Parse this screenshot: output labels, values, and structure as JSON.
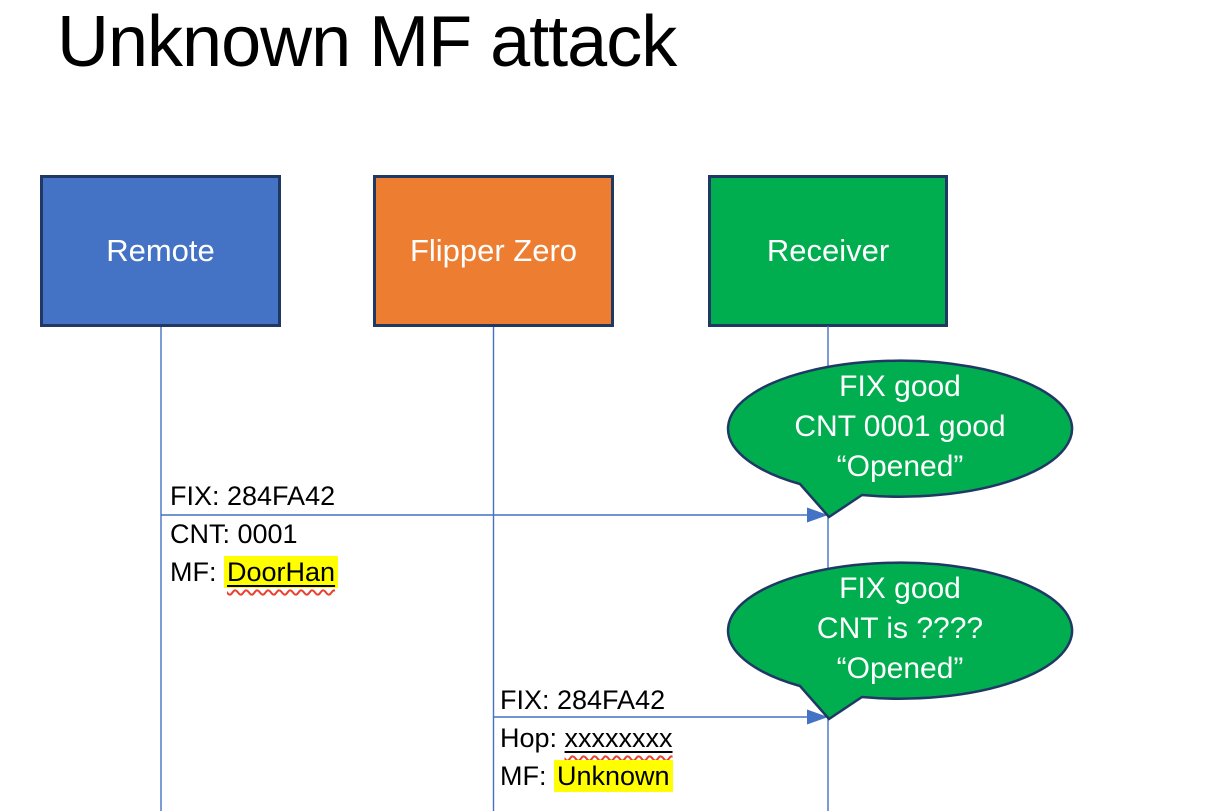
{
  "title": "Unknown MF attack",
  "actors": [
    {
      "label": "Remote",
      "fill": "#4472C4"
    },
    {
      "label": "Flipper Zero",
      "fill": "#ED7D31"
    },
    {
      "label": "Receiver",
      "fill": "#00AE50"
    }
  ],
  "messages": [
    {
      "from": "Remote",
      "to": "Receiver",
      "line1": "FIX: 284FA42",
      "line2": "CNT: 0001",
      "line3_prefix": "MF: ",
      "line3_value": "DoorHan"
    },
    {
      "from": "Flipper Zero",
      "to": "Receiver",
      "line1": "FIX: 284FA42",
      "line2_prefix": "Hop: ",
      "line2_value": "xxxxxxxx",
      "line3_prefix": "MF: ",
      "line3_value": "Unknown"
    }
  ],
  "callouts": [
    {
      "line1": "FIX good",
      "line2": "CNT 0001 good",
      "line3": "“Opened”"
    },
    {
      "line1": "FIX good",
      "line2": "CNT is ????",
      "line3": "“Opened”"
    }
  ],
  "colors": {
    "remote_fill": "#4472C4",
    "flipper_fill": "#ED7D31",
    "receiver_fill": "#00AE50",
    "callout_fill": "#00AE50",
    "shape_border": "#1F3864",
    "connector": "#4472C4",
    "highlight": "#FFFF00",
    "spellcheck_underline": "#E8432D",
    "text_dark": "#000000",
    "text_light": "#FFFFFF"
  }
}
